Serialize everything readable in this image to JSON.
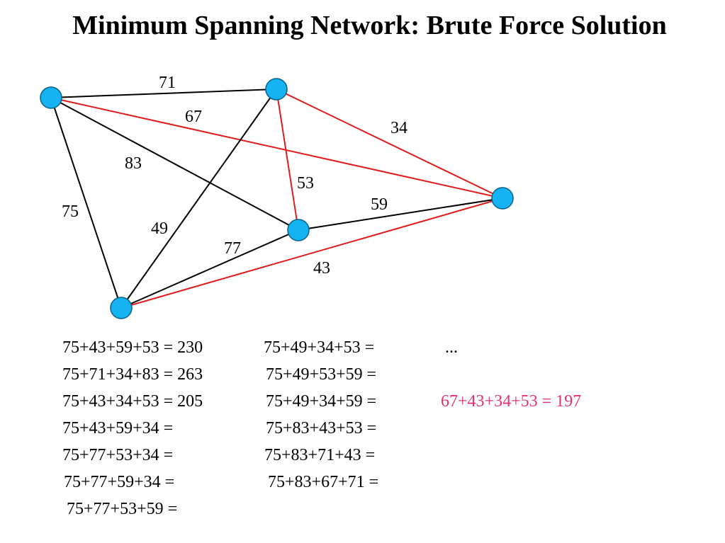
{
  "title": "Minimum Spanning Network: Brute Force Solution",
  "colors": {
    "node": "#15b3f2",
    "edge": "#000000",
    "highlight": "#e01b1b",
    "result": "#e8336b"
  },
  "graph": {
    "nodes": [
      "A",
      "B",
      "C",
      "D",
      "E"
    ],
    "edges": [
      {
        "from": "A",
        "to": "B",
        "weight": "71",
        "highlight": false
      },
      {
        "from": "A",
        "to": "E",
        "weight": "67",
        "highlight": true
      },
      {
        "from": "B",
        "to": "E",
        "weight": "34",
        "highlight": true
      },
      {
        "from": "A",
        "to": "C",
        "weight": "83",
        "highlight": false
      },
      {
        "from": "B",
        "to": "C",
        "weight": "53",
        "highlight": true
      },
      {
        "from": "C",
        "to": "E",
        "weight": "59",
        "highlight": false
      },
      {
        "from": "A",
        "to": "D",
        "weight": "75",
        "highlight": false
      },
      {
        "from": "B",
        "to": "D",
        "weight": "49",
        "highlight": false
      },
      {
        "from": "C",
        "to": "D",
        "weight": "77",
        "highlight": false
      },
      {
        "from": "D",
        "to": "E",
        "weight": "43",
        "highlight": true
      }
    ]
  },
  "sums": {
    "col1": [
      "75+43+59+53 = 230",
      "75+71+34+83 = 263",
      "75+43+34+53 = 205",
      "75+43+59+34 =",
      "75+77+53+34 =",
      "75+77+59+34 =",
      "75+77+53+59 ="
    ],
    "col2": [
      "75+49+34+53 =",
      "75+49+53+59 =",
      "75+49+34+59 =",
      "75+83+43+53 =",
      "75+83+71+43 =",
      "75+83+67+71 ="
    ],
    "col3_ellipsis": "...",
    "result": "67+43+34+53 = 197"
  }
}
